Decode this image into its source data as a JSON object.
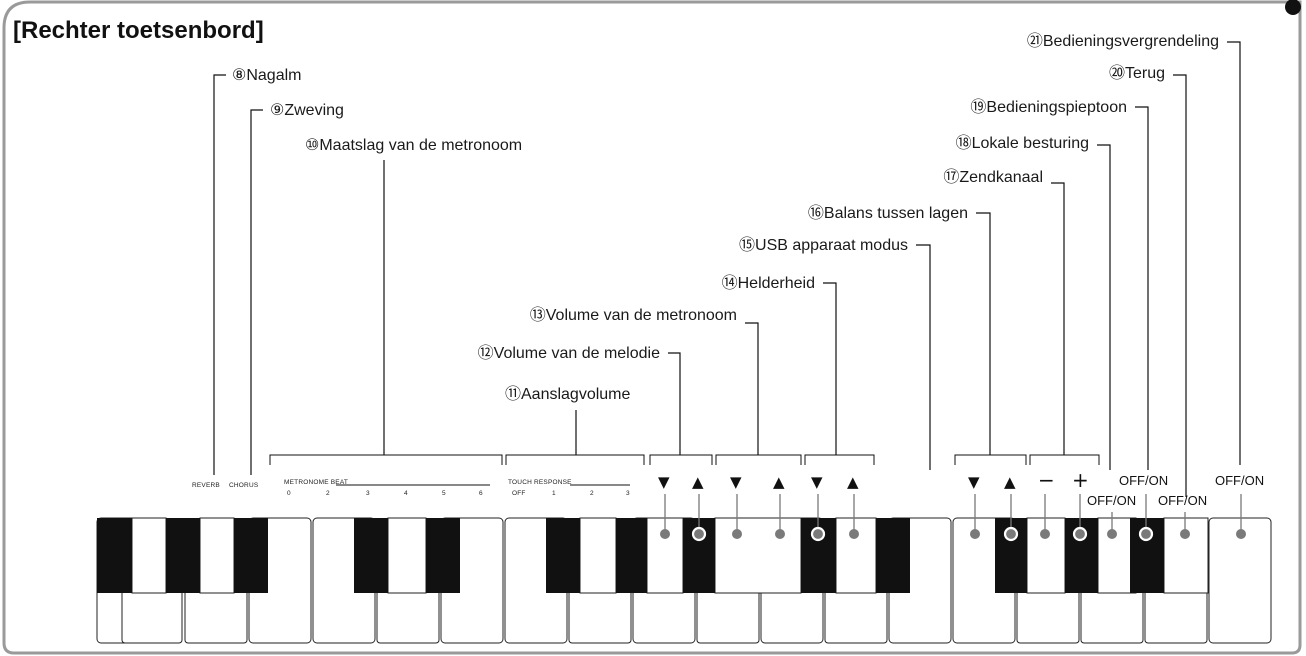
{
  "title": "[Rechter toetsenbord]",
  "callouts": {
    "c8": "⑧Nagalm",
    "c9": "⑨Zweving",
    "c10": "⑩Maatslag van de metronoom",
    "c11": "⑪Aanslagvolume",
    "c12": "⑫Volume van de melodie",
    "c13": "⑬Volume van de metronoom",
    "c14": "⑭Helderheid",
    "c15": "⑮USB apparaat modus",
    "c16": "⑯Balans tussen lagen",
    "c17": "⑰Zendkanaal",
    "c18": "⑱Lokale besturing",
    "c19": "⑲Bedieningspieptoon",
    "c20": "⑳Terug",
    "c21": "㉑Bedieningsvergrendeling"
  },
  "panel": {
    "reverb": "REVERB",
    "chorus": "CHORUS",
    "metronome_beat": "METRONOME BEAT",
    "beat_ticks": [
      "0",
      "2",
      "3",
      "4",
      "5",
      "6"
    ],
    "touch_response": "TOUCH RESPONSE",
    "touch_ticks": [
      "OFF",
      "1",
      "2",
      "3"
    ],
    "down": "▼",
    "up": "▲",
    "minus": "−",
    "plus": "+",
    "off_on": "OFF/ON"
  },
  "colors": {
    "frame": "#9a9a9a",
    "key_marker": "#7a7a7a",
    "black_key": "#111111",
    "corner_dot": "#111111"
  }
}
